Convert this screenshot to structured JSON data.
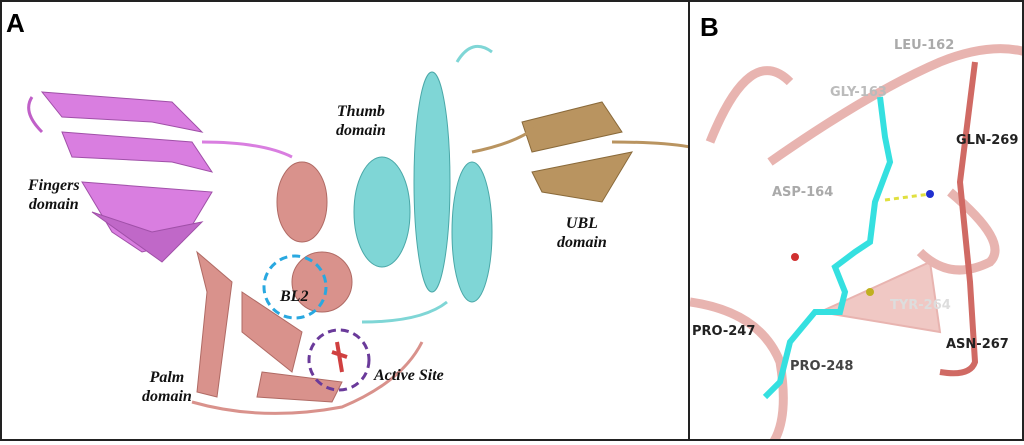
{
  "panel_a": {
    "label": "A",
    "domains": {
      "fingers": [
        "Fingers",
        "domain"
      ],
      "thumb": [
        "Thumb",
        "domain"
      ],
      "ubl": [
        "UBL",
        "domain"
      ],
      "palm": [
        "Palm",
        "domain"
      ]
    },
    "bl2": "BL2",
    "active_site": "Active Site"
  },
  "panel_b": {
    "label": "B",
    "residues": {
      "leu162": "LEU-162",
      "gly163": "GLY-163",
      "gln269": "GLN-269",
      "asp164": "ASP-164",
      "tyr264": "TYR-264",
      "pro247": "PRO-247",
      "pro248": "PRO-248",
      "asn267": "ASN-267"
    }
  },
  "colors": {
    "fingers": "#d97ee0",
    "palm": "#d9928c",
    "thumb": "#7fd6d6",
    "ubl": "#b99460",
    "ligand": "#35e0e0",
    "bl2_circle": "#29a8e0",
    "active_circle": "#6a3a9a"
  }
}
